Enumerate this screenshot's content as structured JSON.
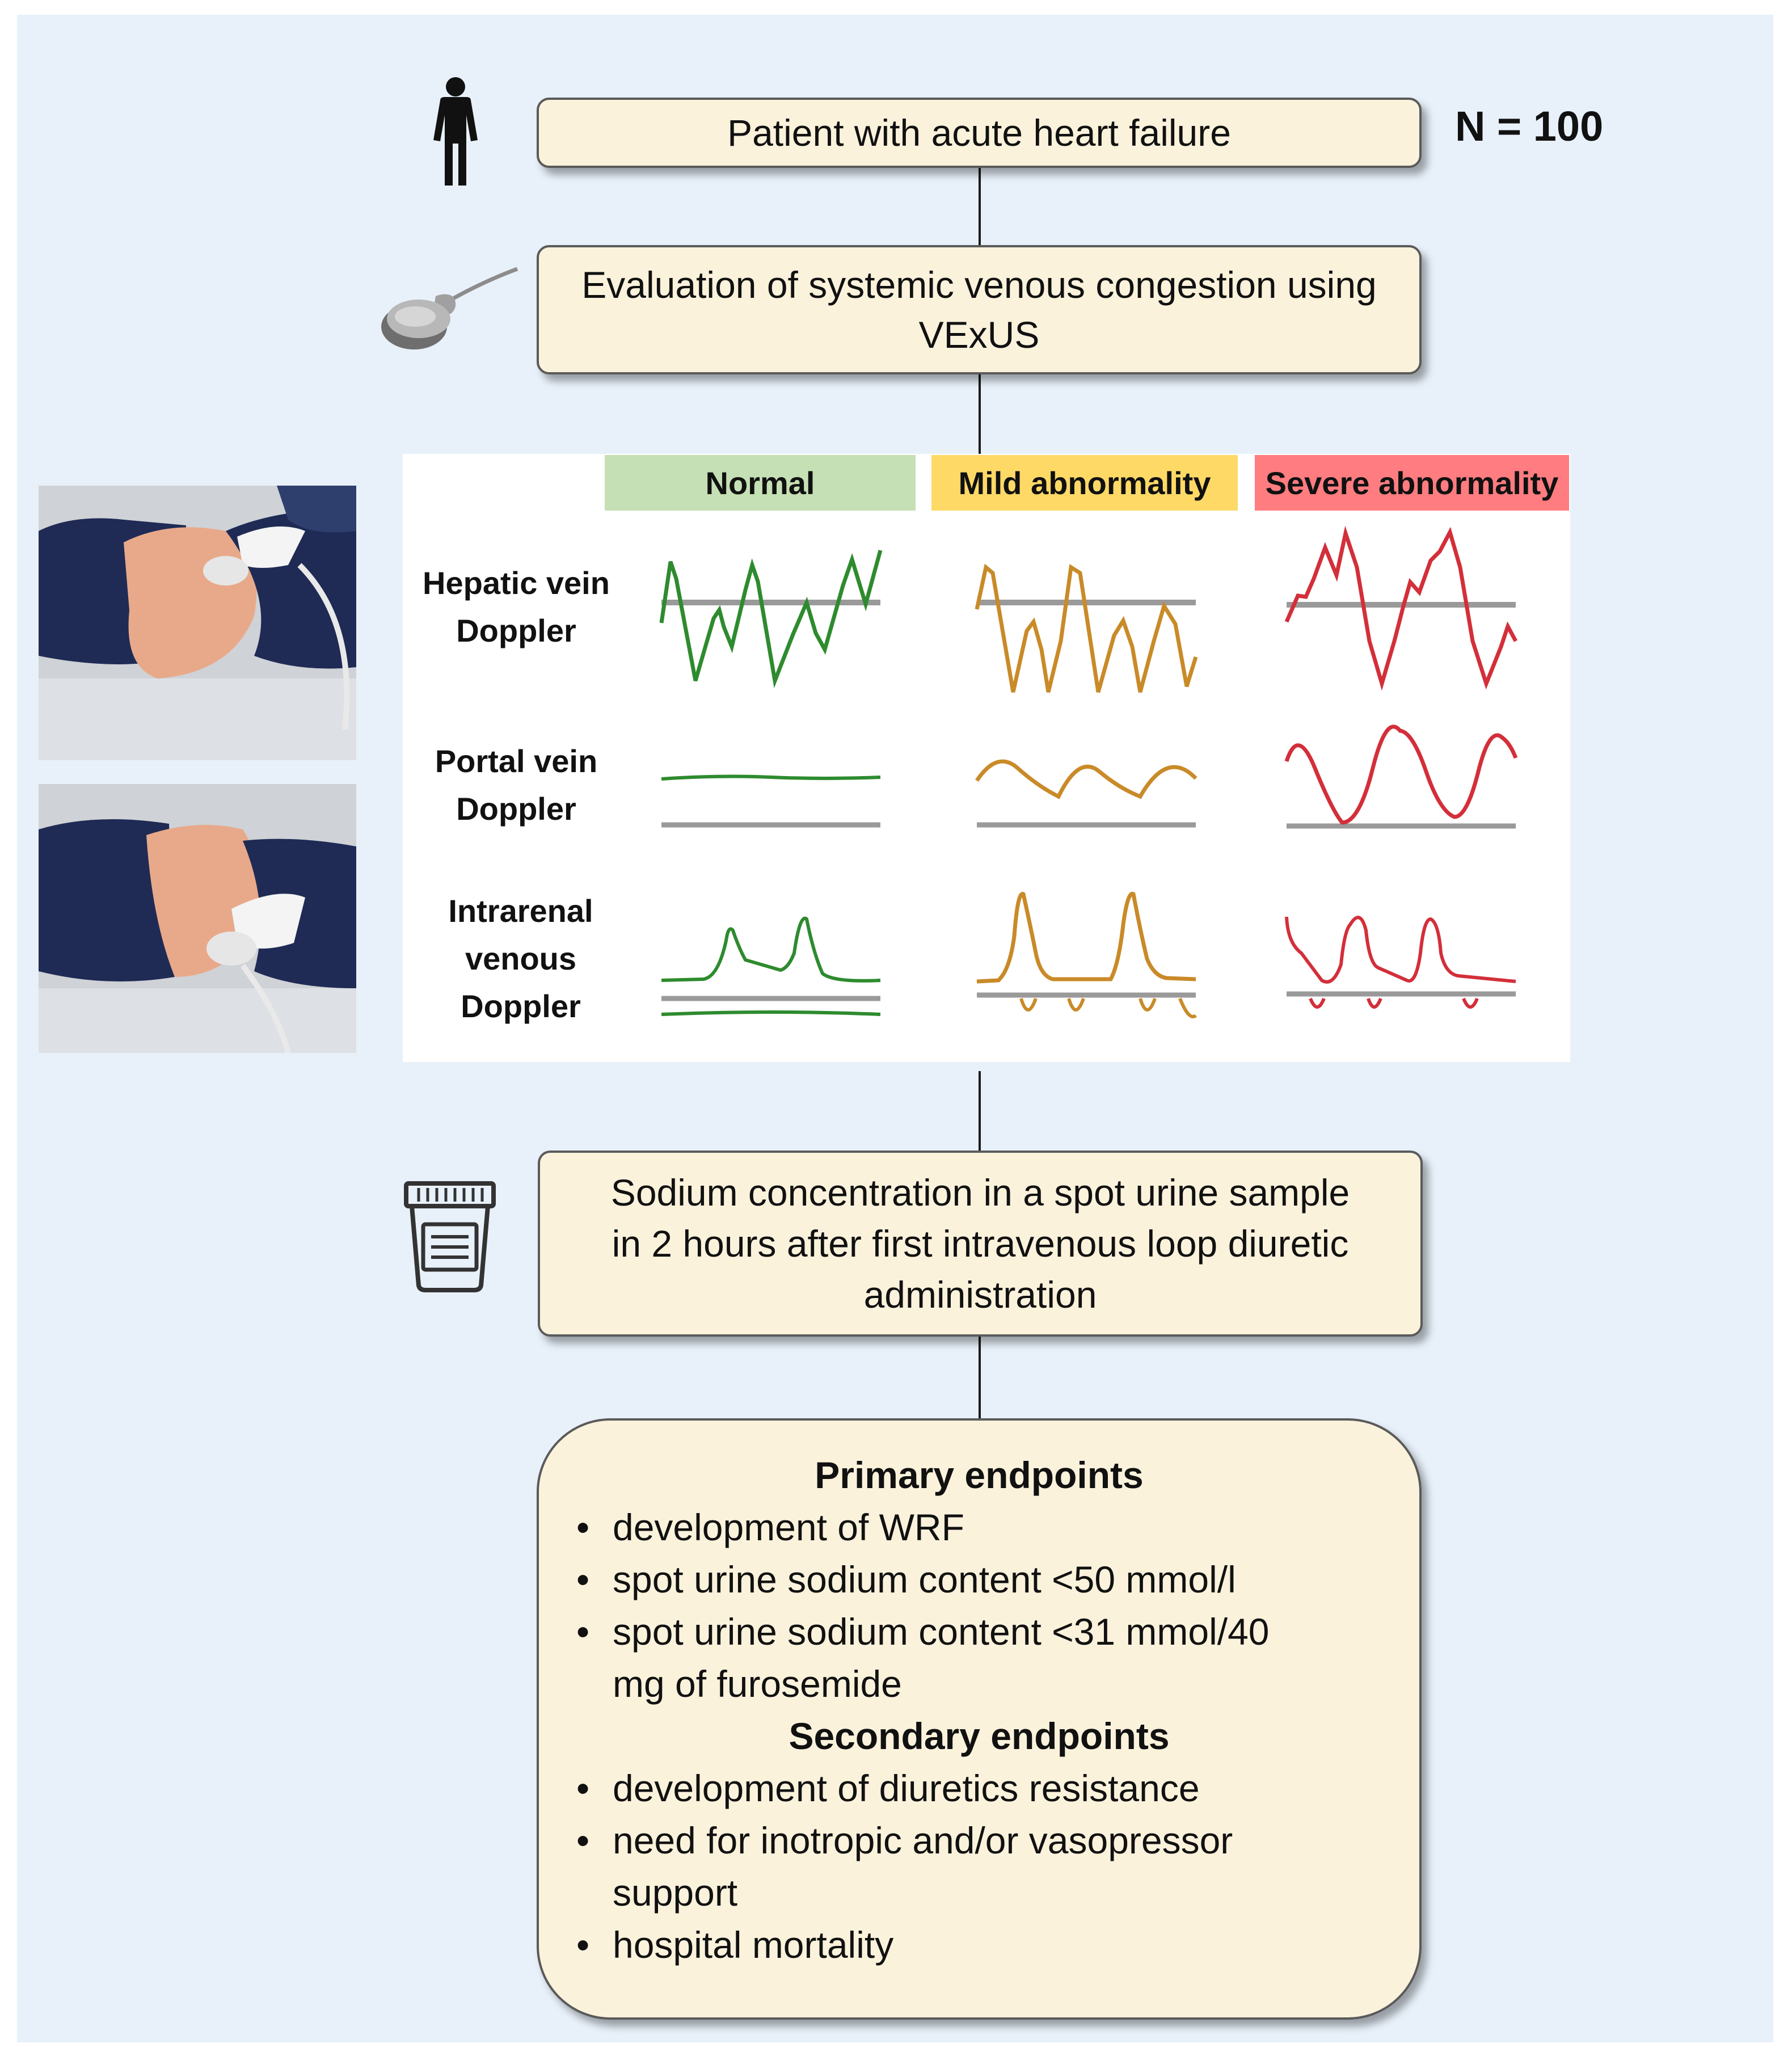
{
  "sample_size": "N = 100",
  "steps": {
    "patient": "Patient with acute heart failure",
    "evaluation_line1": "Evaluation of systemic venous congestion using",
    "evaluation_line2": "VExUS",
    "sodium_line1": "Sodium concentration in a spot urine sample",
    "sodium_line2": "in 2 hours after first intravenous loop diuretic",
    "sodium_line3": "administration"
  },
  "doppler_grid": {
    "columns": [
      {
        "label": "Normal",
        "color": "#c5e0b4"
      },
      {
        "label": "Mild abnormality",
        "color": "#ffd966"
      },
      {
        "label": "Severe abnormality",
        "color": "#ff7c80"
      }
    ],
    "wave_colors": {
      "normal": "#2e8b2e",
      "mild": "#c98a28",
      "severe": "#d32f3a",
      "baseline": "#9a9a9a"
    },
    "rows": [
      {
        "line1": "Hepatic vein",
        "line2": "Doppler"
      },
      {
        "line1": "Portal vein",
        "line2": "Doppler"
      },
      {
        "line1": "Intrarenal",
        "line2": "venous",
        "line3": "Doppler"
      }
    ]
  },
  "endpoints": {
    "primary_title": "Primary endpoints",
    "primary_1": "development of WRF",
    "primary_2": "spot urine sodium content <50 mmol/l",
    "primary_3a": "spot urine sodium content <31 mmol/40",
    "primary_3b": "mg of furosemide",
    "secondary_title": "Secondary endpoints",
    "secondary_1": "development of diuretics resistance",
    "secondary_2a": "need for inotropic and/or vasopressor",
    "secondary_2b": "support",
    "secondary_3": "hospital mortality"
  },
  "icons": [
    "person-icon",
    "ultrasound-probe-icon",
    "urine-container-icon"
  ]
}
